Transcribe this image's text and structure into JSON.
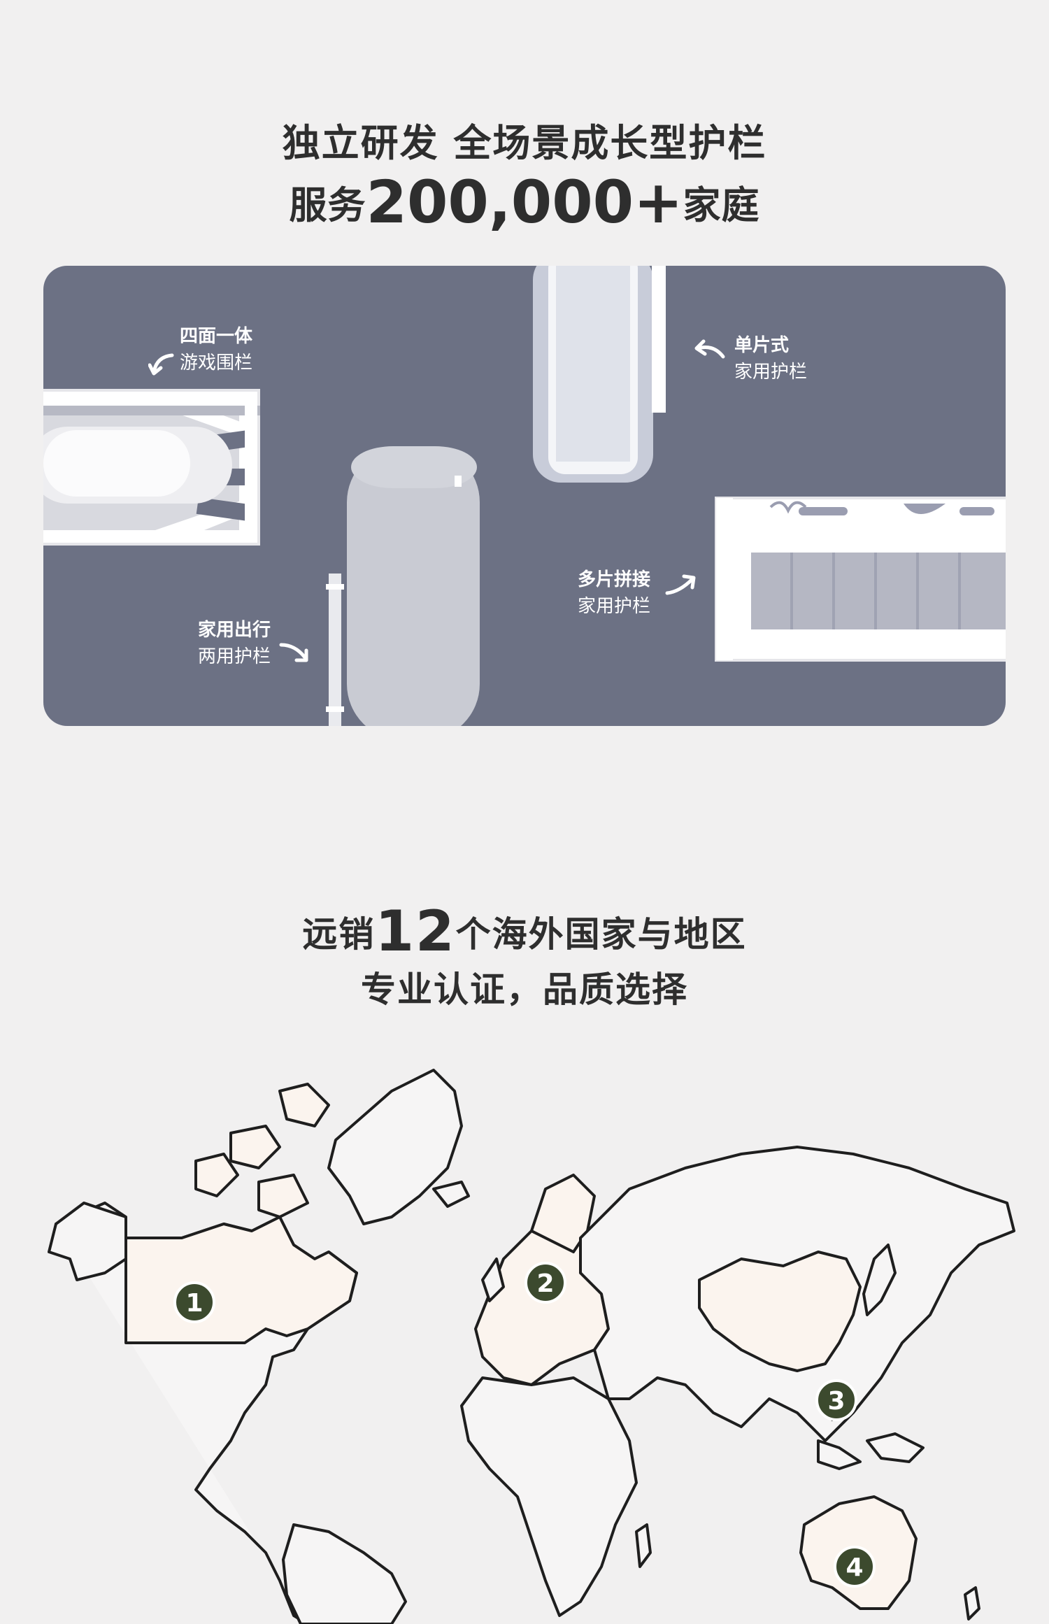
{
  "section1": {
    "title_line1": "独立研发  全场景成长型护栏",
    "title_line2_prefix": "服务",
    "title_line2_number": "200,000+",
    "title_line2_suffix": "家庭",
    "products": [
      {
        "l1": "四面一体",
        "l2": "游戏围栏"
      },
      {
        "l1": "单片式",
        "l2": "家用护栏"
      },
      {
        "l1": "多片拼接",
        "l2": "家用护栏"
      },
      {
        "l1": "家用出行",
        "l2": "两用护栏"
      }
    ]
  },
  "section2": {
    "title_line1_prefix": "远销",
    "title_line1_number": "12",
    "title_line1_suffix": "个海外国家与地区",
    "title_line2": "专业认证，品质选择"
  },
  "map": {
    "markers": [
      "1",
      "2",
      "3",
      "4"
    ],
    "marker_color": "#3c4a2e",
    "highlight_color": "#fbf4ee",
    "outline_color": "#1e1e1e"
  }
}
